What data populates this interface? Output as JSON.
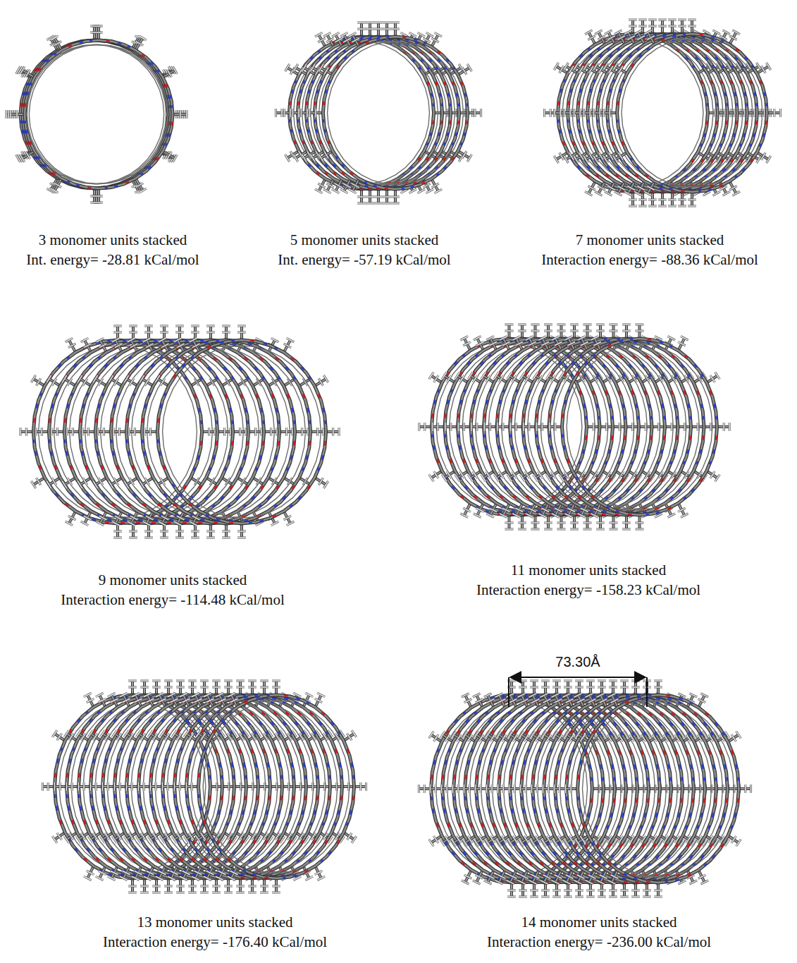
{
  "diagram": {
    "labels": [
      "3 monomer units stacked",
      "Int. energy= -28.81 kCal/mol",
      "5 monomer units stacked",
      "Int. energy= -57.19 kCal/mol",
      "7 monomer units stacked",
      "Interaction energy= -88.36 kCal/mol",
      "9 monomer units stacked",
      "Interaction energy= -114.48 kCal/mol",
      "11 monomer units stacked",
      "Interaction energy= -158.23 kCal/mol",
      "73.30Å",
      "13 monomer units stacked",
      "Interaction energy= -176.40 kCal/mol",
      "14 monomer units stacked",
      "Interaction energy= -236.00 kCal/mol"
    ]
  }
}
